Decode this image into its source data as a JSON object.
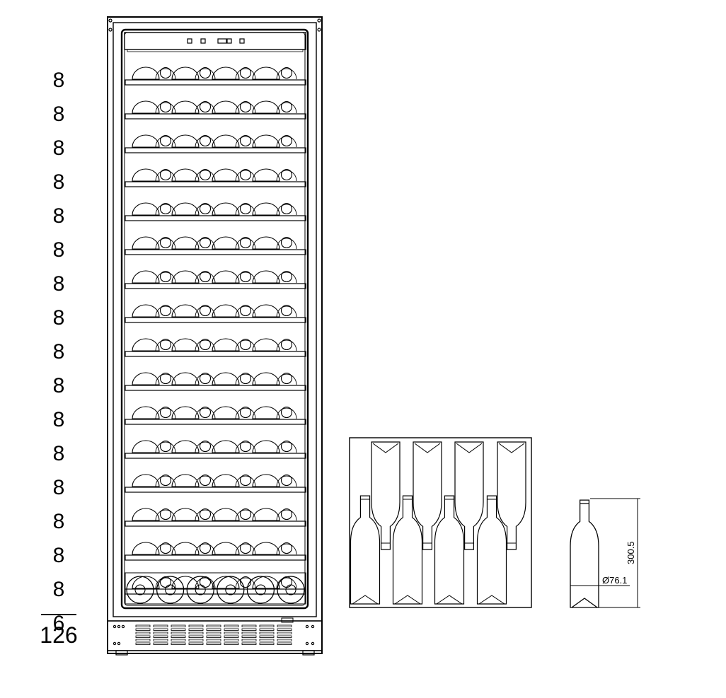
{
  "shelf_counts": [
    "8",
    "8",
    "8",
    "8",
    "8",
    "8",
    "8",
    "8",
    "8",
    "8",
    "8",
    "8",
    "8",
    "8",
    "8",
    "8",
    "6"
  ],
  "total_count": "126",
  "bottle_dimensions": {
    "height": "300.5",
    "diameter": "Ø76.1"
  },
  "cabinet": {
    "bottles_per_shelf": 8,
    "shelves": 16,
    "bottom_shelf_bottles": 6,
    "control_panel_buttons": 5
  },
  "colors": {
    "line": "#000000",
    "background": "#ffffff"
  }
}
